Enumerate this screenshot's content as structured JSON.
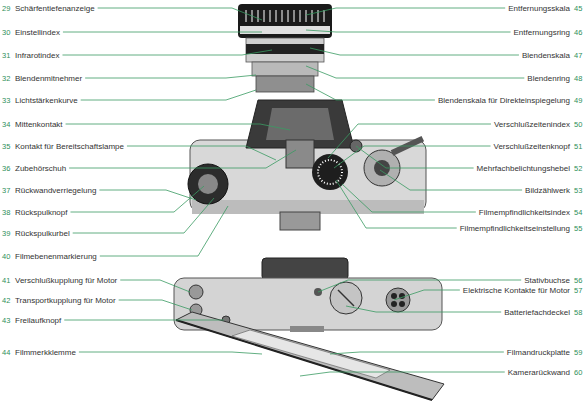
{
  "diagram": {
    "labels": [
      "29",
      "Schärfentiefenanzeige",
      "30",
      "Einstellindex",
      "31",
      "Infrarotindex",
      "32",
      "Blendenmitnehmer",
      "33",
      "Lichtstärkenkurve",
      "34",
      "Mittenkontakt",
      "35",
      "Kontakt für Bereitschaftslampe",
      "36",
      "Zubehörschuh",
      "37",
      "Rückwandverriegelung",
      "38",
      "Rückspulknopf",
      "39",
      "Rückspulkurbel",
      "40",
      "Filmebenenmarkierung",
      "41",
      "Verschlußkupplung für Motor",
      "42",
      "Transportkupplung für Motor",
      "43",
      "Freilaufknopf",
      "44",
      "Filmmerkklemme",
      "Entfernungsskala",
      "45",
      "Entfernungsring",
      "46",
      "Blendenskala",
      "47",
      "Blendenring",
      "48",
      "Blendenskala für Direkteinspiegelung",
      "49",
      "Verschlußzeitenindex",
      "50",
      "Verschlußzeitenknopf",
      "51",
      "Mehrfachbelichtungshebel",
      "52",
      "Bildzählwerk",
      "53",
      "Filmempfindlichkeitsindex",
      "54",
      "Filmempfindlichkeitseinstellung",
      "55",
      "Stativbuchse",
      "56",
      "Elektrische Kontakte für Motor",
      "57",
      "Batteriefachdeckel",
      "58",
      "Filmandruckplatte",
      "59",
      "Kamerarückwand",
      "60"
    ]
  }
}
